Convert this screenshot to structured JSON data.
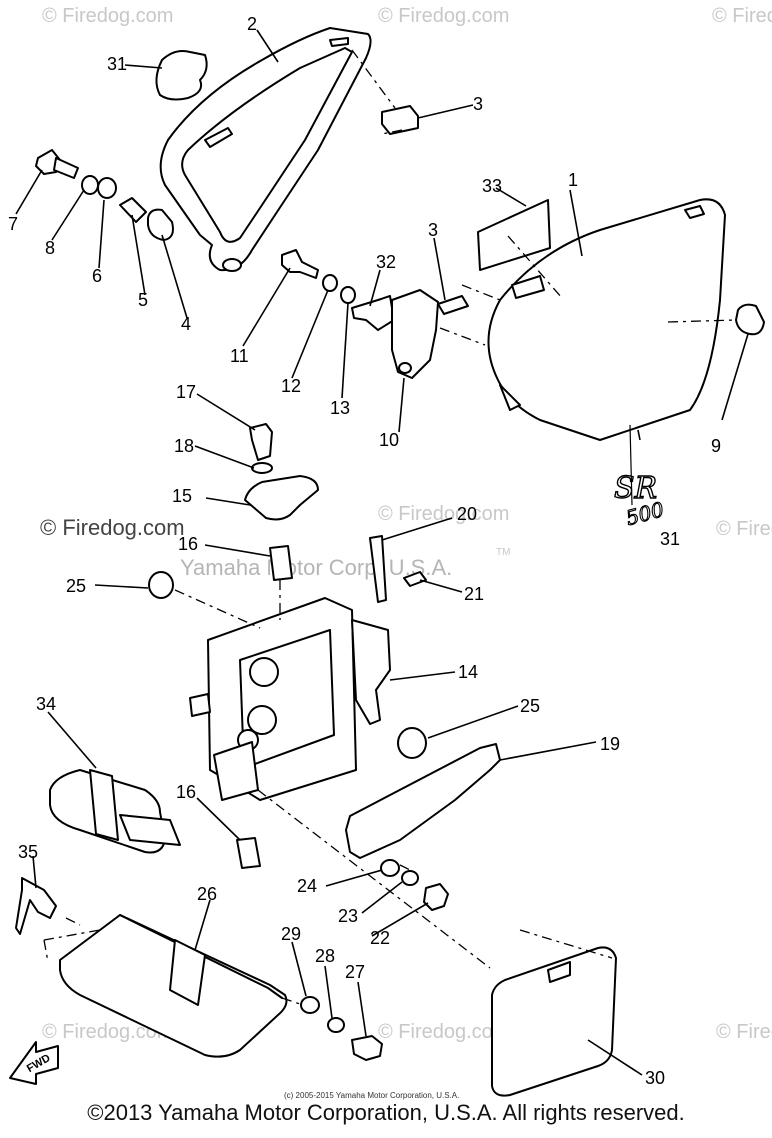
{
  "watermarks": {
    "firedog": "© Firedog.com",
    "yamaha_center": "Yamaha Motor Corp, U.S.A.",
    "tm": "TM"
  },
  "decal_text": {
    "sr": "SR",
    "num": "500"
  },
  "fwd_label": "FWD",
  "small_copyright": "(c) 2005-2015 Yamaha Motor Corporation, U.S.A.",
  "copyright": "©2013 Yamaha Motor Corporation, U.S.A. All rights reserved.",
  "callouts": [
    {
      "id": "c1",
      "label": "1"
    },
    {
      "id": "c2",
      "label": "2"
    },
    {
      "id": "c3a",
      "label": "3"
    },
    {
      "id": "c3b",
      "label": "3"
    },
    {
      "id": "c4",
      "label": "4"
    },
    {
      "id": "c5",
      "label": "5"
    },
    {
      "id": "c6",
      "label": "6"
    },
    {
      "id": "c7",
      "label": "7"
    },
    {
      "id": "c8",
      "label": "8"
    },
    {
      "id": "c9",
      "label": "9"
    },
    {
      "id": "c10",
      "label": "10"
    },
    {
      "id": "c11",
      "label": "11"
    },
    {
      "id": "c12",
      "label": "12"
    },
    {
      "id": "c13",
      "label": "13"
    },
    {
      "id": "c14",
      "label": "14"
    },
    {
      "id": "c15",
      "label": "15"
    },
    {
      "id": "c16a",
      "label": "16"
    },
    {
      "id": "c16b",
      "label": "16"
    },
    {
      "id": "c17",
      "label": "17"
    },
    {
      "id": "c18",
      "label": "18"
    },
    {
      "id": "c19",
      "label": "19"
    },
    {
      "id": "c20",
      "label": "20"
    },
    {
      "id": "c21",
      "label": "21"
    },
    {
      "id": "c22",
      "label": "22"
    },
    {
      "id": "c23",
      "label": "23"
    },
    {
      "id": "c24",
      "label": "24"
    },
    {
      "id": "c25a",
      "label": "25"
    },
    {
      "id": "c25b",
      "label": "25"
    },
    {
      "id": "c26",
      "label": "26"
    },
    {
      "id": "c27",
      "label": "27"
    },
    {
      "id": "c28",
      "label": "28"
    },
    {
      "id": "c29",
      "label": "29"
    },
    {
      "id": "c30",
      "label": "30"
    },
    {
      "id": "c31a",
      "label": "31"
    },
    {
      "id": "c31b",
      "label": "31"
    },
    {
      "id": "c32",
      "label": "32"
    },
    {
      "id": "c33",
      "label": "33"
    },
    {
      "id": "c34",
      "label": "34"
    },
    {
      "id": "c35",
      "label": "35"
    }
  ]
}
